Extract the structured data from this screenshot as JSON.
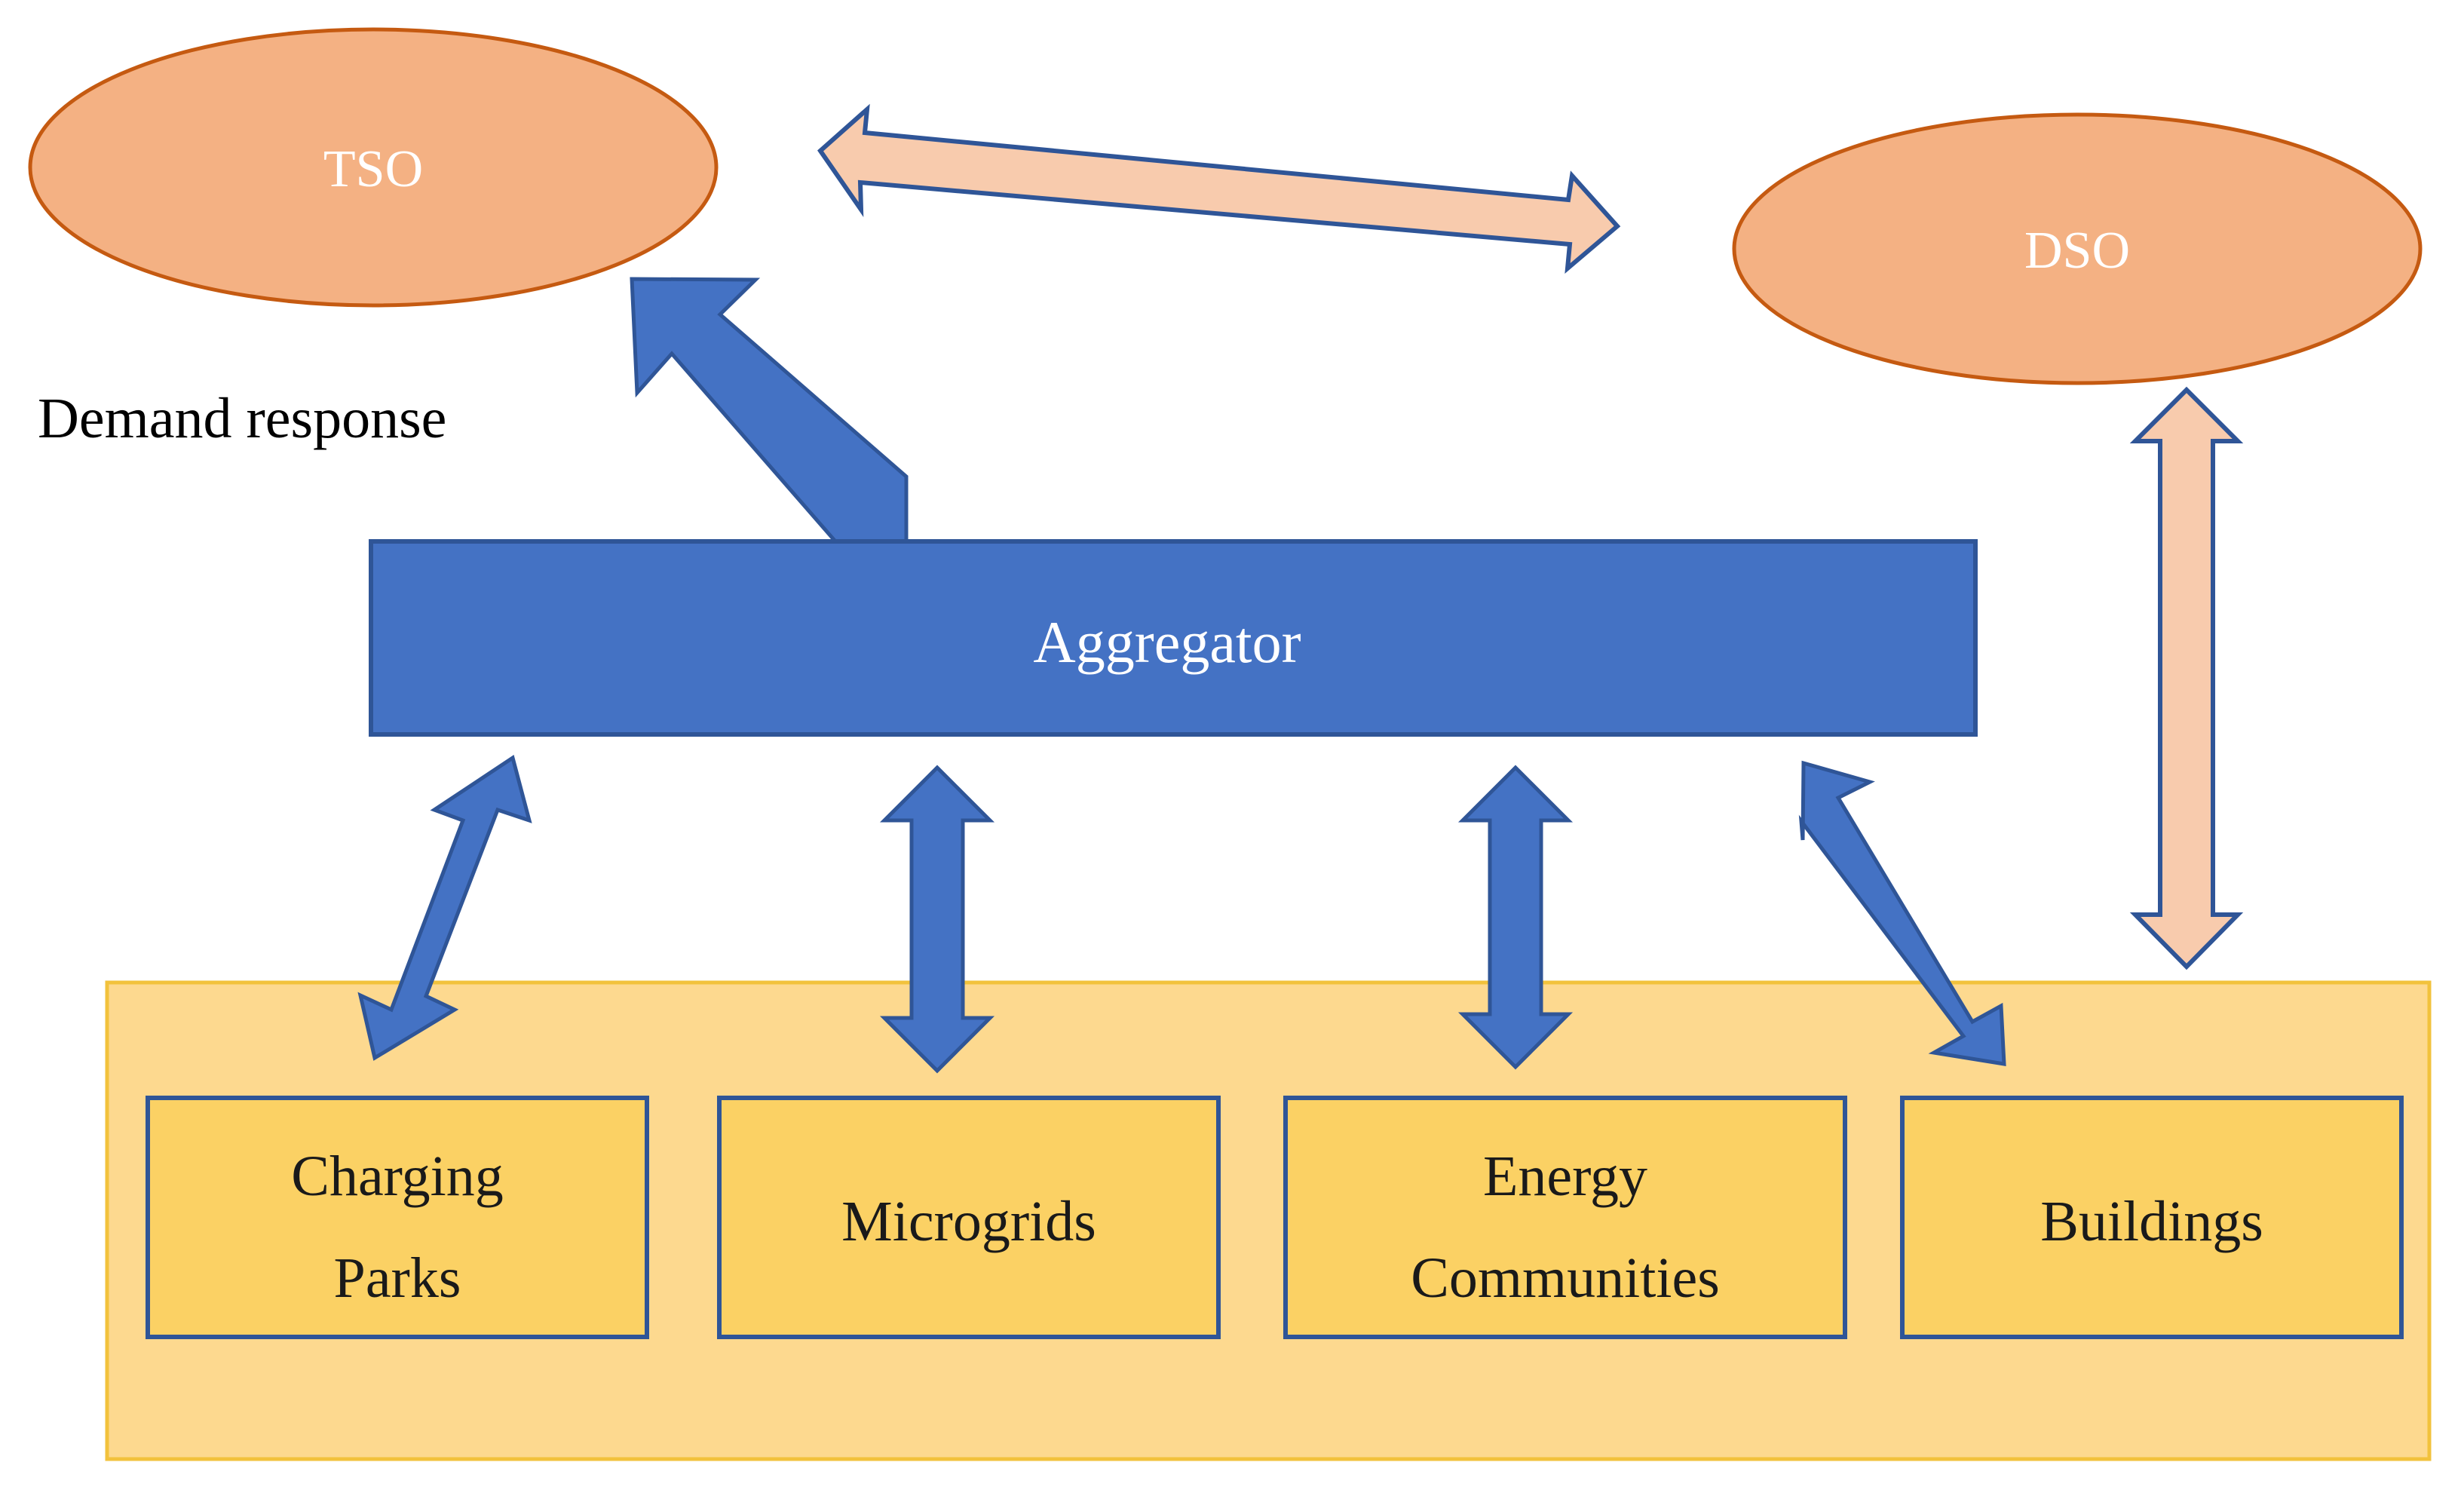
{
  "nodes": {
    "tso": "TSO",
    "dso": "DSO",
    "aggregator": "Aggregator",
    "demand_response": "Demand response",
    "charging_parks": [
      "Charging",
      "Parks"
    ],
    "microgrids": "Microgrids",
    "energy_communities": [
      "Energy",
      "Communities"
    ],
    "buildings": "Buildings"
  },
  "colors": {
    "ellipse_fill": "#f4b183",
    "ellipse_stroke": "#c55a11",
    "aggregator_fill": "#4472c4",
    "aggregator_stroke": "#2f5597",
    "container_fill": "#fdd98f",
    "container_stroke": "#f2c23c",
    "box_fill": "#fbd164",
    "box_stroke": "#2f5597",
    "blue_arrow_fill": "#4472c4",
    "blue_arrow_stroke": "#2f5597",
    "peach_arrow_fill": "#f8cbad",
    "peach_arrow_stroke": "#2f5597"
  }
}
